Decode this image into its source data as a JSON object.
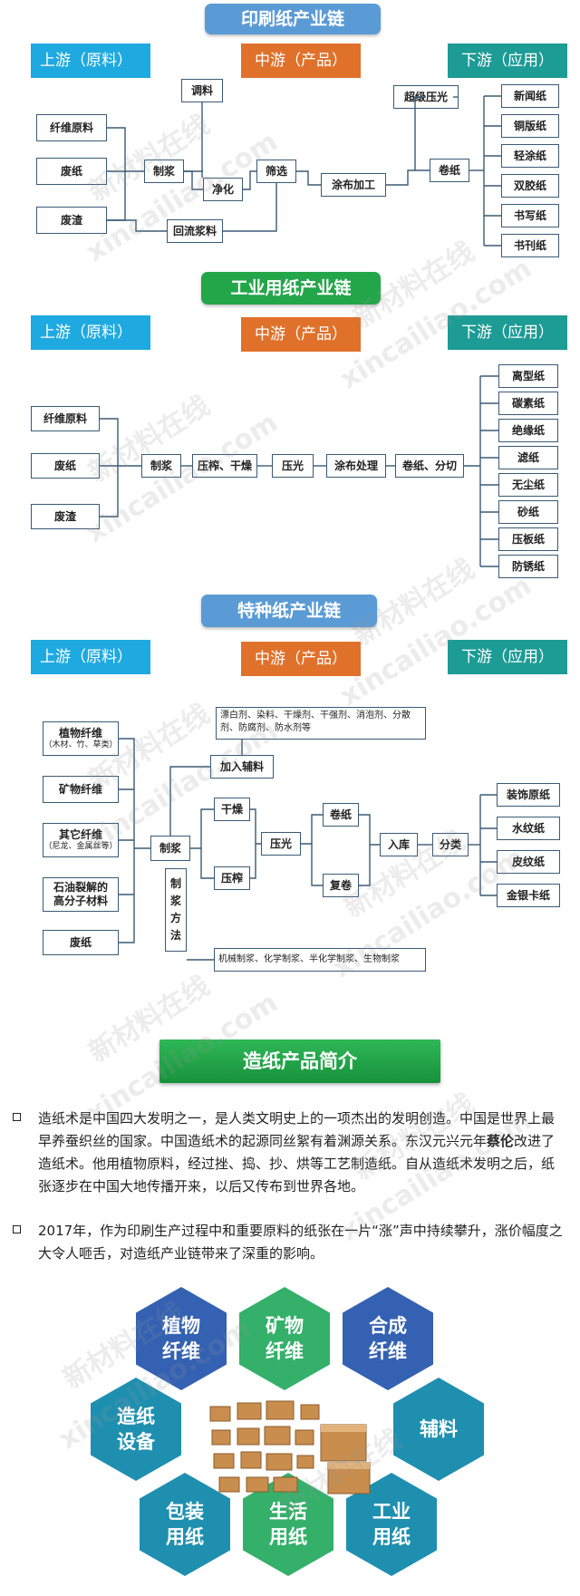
{
  "section1": {
    "title": "印刷纸产业链",
    "upstream": "上游（原料）",
    "midstream": "中游（产品）",
    "downstream": "下游（应用）",
    "raw": [
      "纤维原料",
      "废纸",
      "废渣"
    ],
    "process": {
      "pulp": "制浆",
      "purify": "净化",
      "screen": "筛选",
      "coat": "涂布加工",
      "reel": "卷纸",
      "add": "调料",
      "recycle": "回流浆料",
      "calender": "超级压光"
    },
    "apps": [
      "新闻纸",
      "铜版纸",
      "轻涂纸",
      "双胶纸",
      "书写纸",
      "书刊纸"
    ]
  },
  "section2": {
    "title": "工业用纸产业链",
    "upstream": "上游（原料）",
    "midstream": "中游（产品）",
    "downstream": "下游（应用）",
    "raw": [
      "纤维原料",
      "废纸",
      "废渣"
    ],
    "process": [
      "制浆",
      "压榨、干燥",
      "压光",
      "涂布处理",
      "卷纸、分切"
    ],
    "apps": [
      "离型纸",
      "碳素纸",
      "绝缘纸",
      "滤纸",
      "无尘纸",
      "砂纸",
      "压板纸",
      "防锈纸"
    ]
  },
  "section3": {
    "title": "特种纸产业链",
    "upstream": "上游（原料）",
    "midstream": "中游（产品）",
    "downstream": "下游（应用）",
    "raw": [
      {
        "name": "植物纤维",
        "sub": "（木材、竹、草类）"
      },
      {
        "name": "矿物纤维",
        "sub": ""
      },
      {
        "name": "其它纤维",
        "sub": "（尼龙、金属丝等）"
      },
      {
        "name": "石油裂解的高分子材料",
        "sub": ""
      },
      {
        "name": "废纸",
        "sub": ""
      }
    ],
    "additives_text": "漂白剂、染料、干燥剂、干强剂、消泡剂、分散剂、防腐剂、防水剂等",
    "add_aux": "加入辅料",
    "pulp": "制浆",
    "pulp_method": "制浆方法",
    "pulp_methods_text": "机械制浆、化学制浆、半化学制浆、生物制浆",
    "dry": "干燥",
    "press": "压榨",
    "calender": "压光",
    "reel": "卷纸",
    "rewind": "复卷",
    "store": "入库",
    "sort": "分类",
    "apps": [
      "装饰原纸",
      "水纹纸",
      "皮纹纸",
      "金银卡纸"
    ]
  },
  "intro": {
    "title": "造纸产品简介",
    "p1_pre": "造纸术是中国四大发明之一，是人类文明史上的一项杰出的发明创造。中国是世界上最早养蚕织丝的国家。中国造纸术的起源同丝絮有着渊源关系。东汉元兴元年",
    "p1_bold": "蔡伦",
    "p1_post": "改进了造纸术。他用植物原料，经过挫、捣、抄、烘等工艺制造纸。自从造纸术发明之后，纸张逐步在中国大地传播开来，以后又传布到世界各地。",
    "p2": "2017年，作为印刷生产过程中和重要原料的纸张在一片“涨”声中持续攀升，涨价幅度之大令人咂舌，对造纸产业链带来了深重的影响。"
  },
  "hexes": {
    "plant": "植物纤维",
    "mineral": "矿物纤维",
    "synthetic": "合成纤维",
    "equipment": "造纸设备",
    "auxiliary": "辅料",
    "packaging": "包装用纸",
    "household": "生活用纸",
    "industrial": "工业用纸"
  },
  "watermark": {
    "cn": "新材料在线",
    "en": "xincailiao.com"
  },
  "colors": {
    "blue": "#5b9bd5",
    "green": "#23a64a",
    "upstream": "#1fa9e1",
    "midstream": "#e0712b",
    "downstream": "#1d9b95"
  }
}
